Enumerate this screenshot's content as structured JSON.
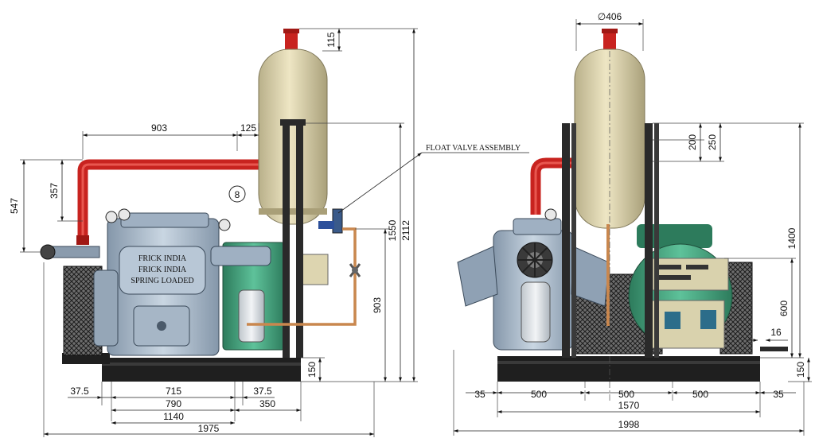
{
  "callout": {
    "label": "FLOAT VALVE ASSEMBLY"
  },
  "balloon": {
    "number": "8"
  },
  "nameplate": {
    "lines": [
      "FRICK INDIA",
      "FRICK INDIA",
      "SPRING LOADED"
    ]
  },
  "left_view": {
    "dims": {
      "d903_top": "903",
      "d125": "125",
      "d357": "357",
      "d547": "547",
      "d115": "115",
      "d1550": "1550",
      "d2112": "2112",
      "d903_right": "903",
      "d150": "150",
      "d37_5_a": "37.5",
      "d715": "715",
      "d37_5_b": "37.5",
      "d790": "790",
      "d350": "350",
      "d1140": "1140",
      "d1975": "1975"
    }
  },
  "right_view": {
    "dims": {
      "d406": "406",
      "d200": "200",
      "d250": "250",
      "d1400": "1400",
      "d600": "600",
      "d16": "16",
      "d150": "150",
      "d35_a": "35",
      "d500_a": "500",
      "d500_b": "500",
      "d500_c": "500",
      "d35_b": "35",
      "d1570": "1570",
      "d1998": "1998"
    }
  },
  "colors": {
    "pipe": "#c8231f",
    "tank": "#ddd5b0",
    "compressor": "#a9b9c9",
    "motor": "#3d9a76",
    "frame": "#2a2a2a",
    "copper": "#c9874e"
  },
  "symbols": {
    "diameter": "∅"
  }
}
